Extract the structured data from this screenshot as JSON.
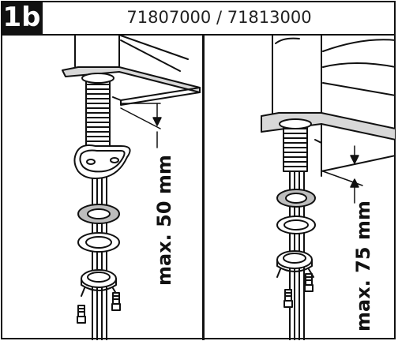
{
  "figure": {
    "step_label": "1b",
    "model_numbers": "71807000 / 71813000"
  },
  "left_panel": {
    "dimension_label": "max. 50 mm"
  },
  "right_panel": {
    "dimension_label": "max. 75 mm"
  },
  "colors": {
    "line": "#111111",
    "shade": "#cfcfcf",
    "background": "#ffffff"
  }
}
